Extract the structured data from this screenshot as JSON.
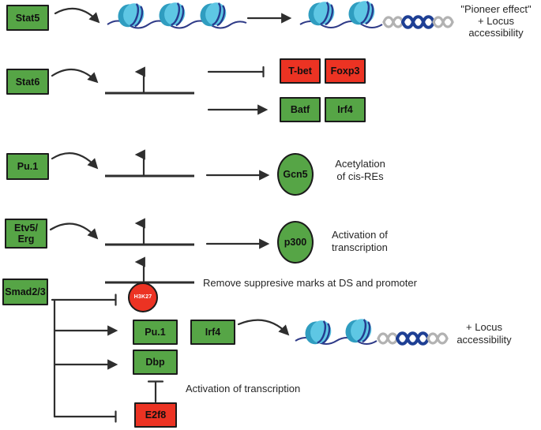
{
  "palette": {
    "green": "#56a546",
    "red": "#ec3323",
    "boxBorder": "#1b1b1b",
    "ink": "#262626",
    "connector": "#2e2e2e",
    "nucLight": "#5ec7e4",
    "nucMid": "#2f9dc0",
    "nucStripe": "#263c8f",
    "dnaLine": "#2e3a87",
    "helixBlue": "#1e3f94",
    "helixGray": "#b2b2b2",
    "circleTextLight": "#ffffff"
  },
  "factors": {
    "stat5": "Stat5",
    "stat6": "Stat6",
    "pu1": "Pu.1",
    "etv5_erg": "Etv5/\nErg",
    "smad23": "Smad2/3"
  },
  "stat6_targets": {
    "repressed": [
      "T-bet",
      "Foxp3"
    ],
    "activated": [
      "Batf",
      "Irf4"
    ]
  },
  "enzymes": {
    "gcn5": "Gcn5",
    "p300": "p300"
  },
  "histone_mark": "H3K27",
  "smad_targets": {
    "activated": [
      "Pu.1",
      "Dbp"
    ],
    "partner": "Irf4",
    "repressed": "E2f8"
  },
  "annotations": {
    "pioneer": "\"Pioneer effect\"\n+ Locus\naccessibility",
    "acetylation": "Acetylation\nof cis-REs",
    "activation_two_lines": "Activation of\ntranscription",
    "remove_marks": "Remove suppresive marks at DS and promoter",
    "activation_one_line": "Activation of transcription",
    "locus_accessibility": "+ Locus\naccessibility"
  }
}
